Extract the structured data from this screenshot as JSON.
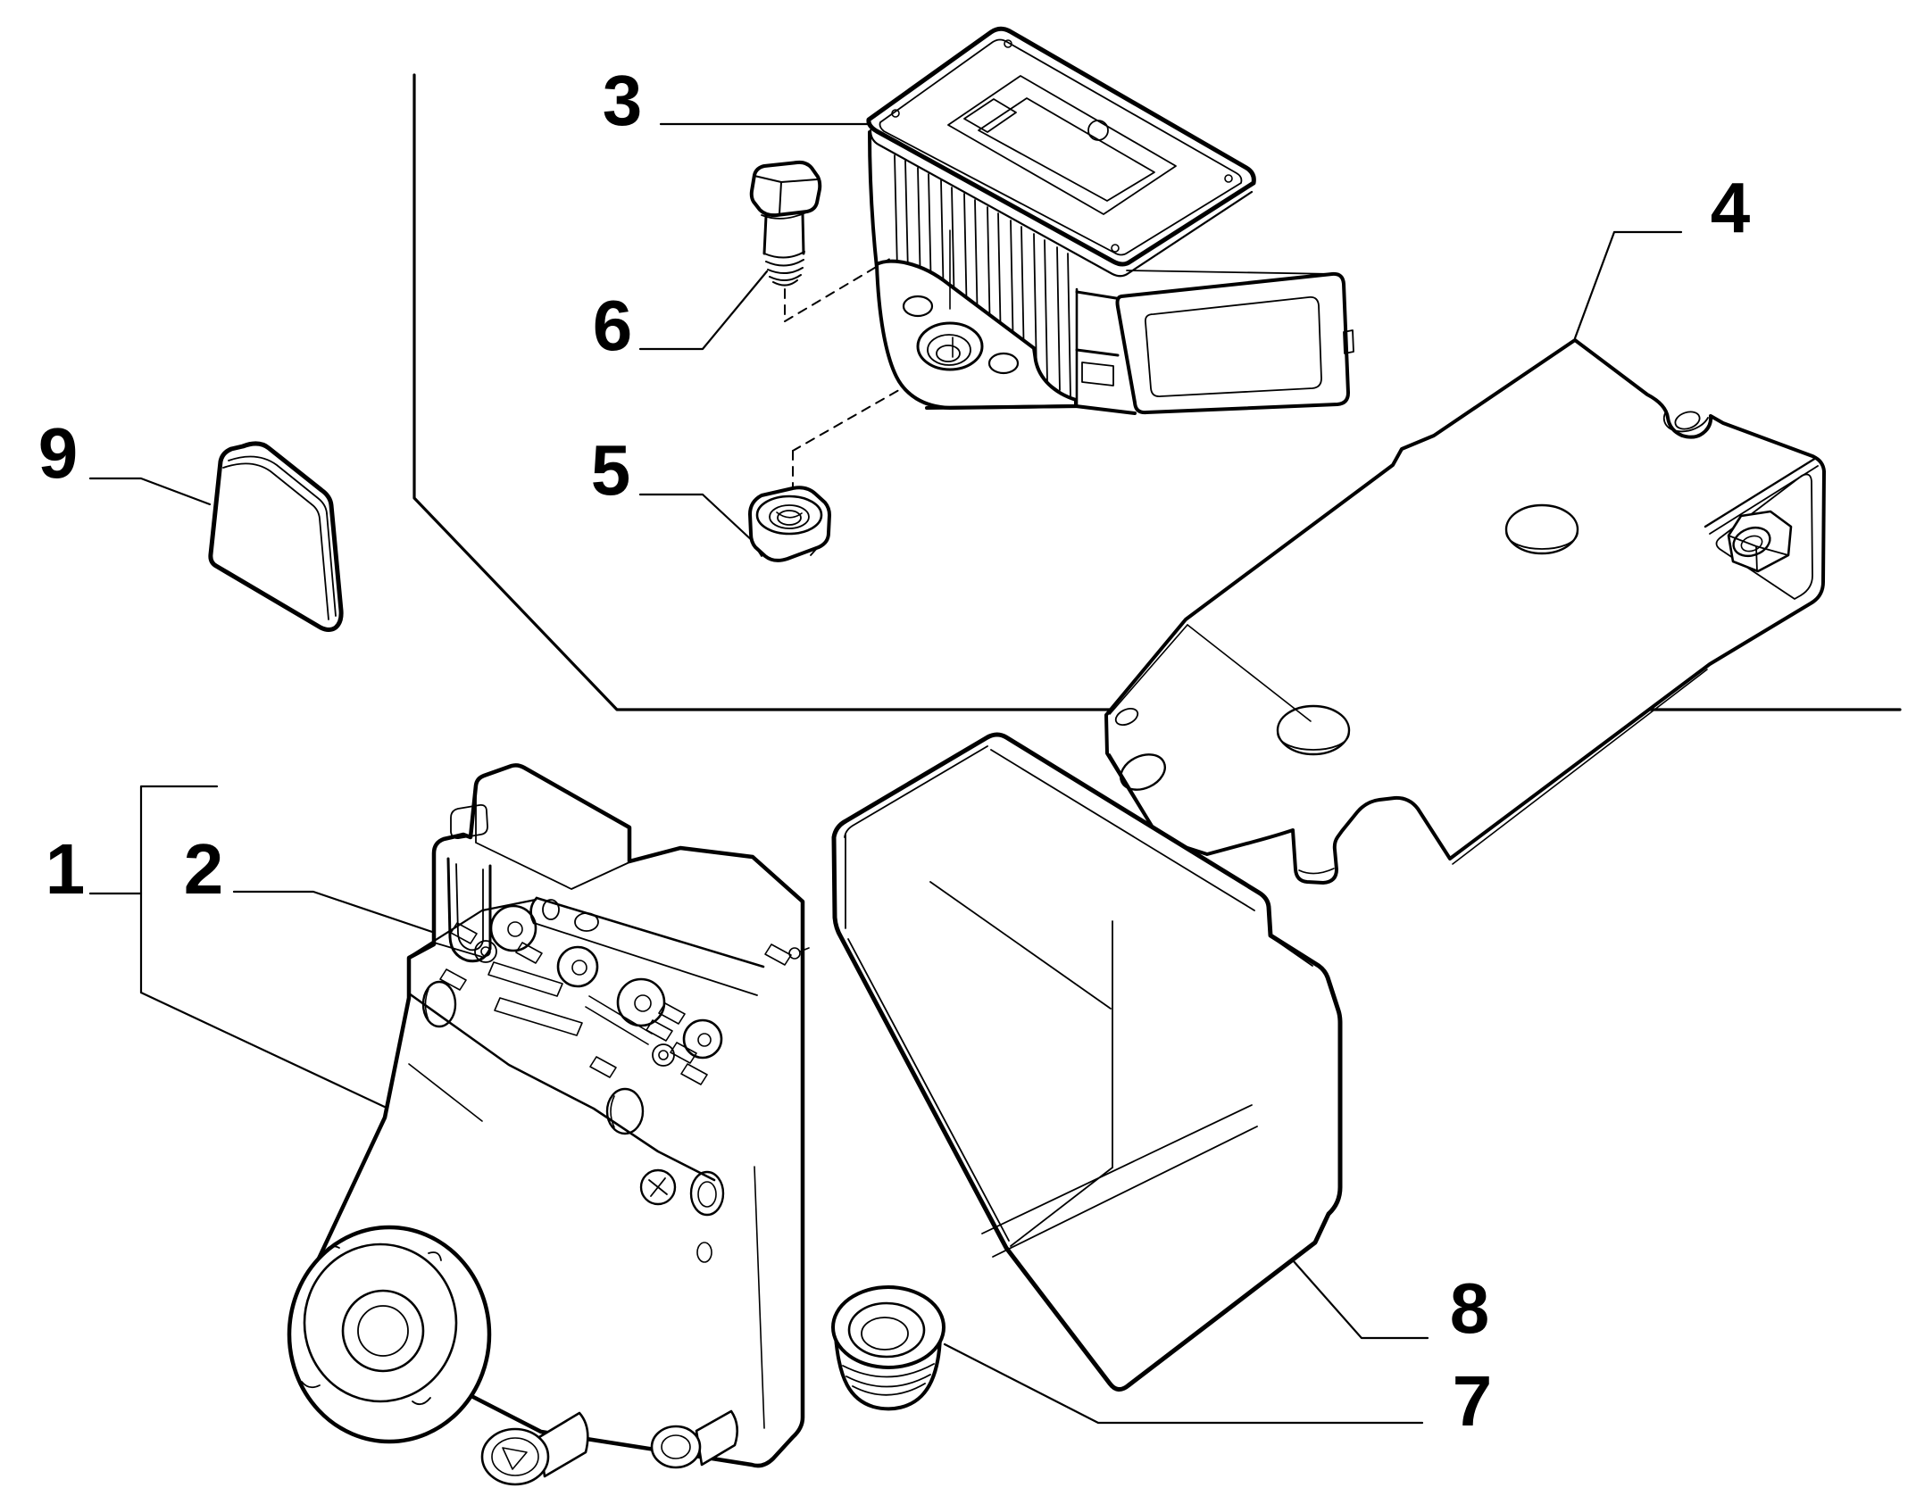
{
  "diagram": {
    "kind": "exploded-parts-line-diagram",
    "background_color": "#ffffff",
    "line_color": "#000000"
  },
  "callouts": {
    "c1": {
      "label": "1"
    },
    "c2": {
      "label": "2"
    },
    "c3": {
      "label": "3"
    },
    "c4": {
      "label": "4"
    },
    "c5": {
      "label": "5"
    },
    "c6": {
      "label": "6"
    },
    "c7": {
      "label": "7"
    },
    "c8": {
      "label": "8"
    },
    "c9": {
      "label": "9"
    }
  }
}
